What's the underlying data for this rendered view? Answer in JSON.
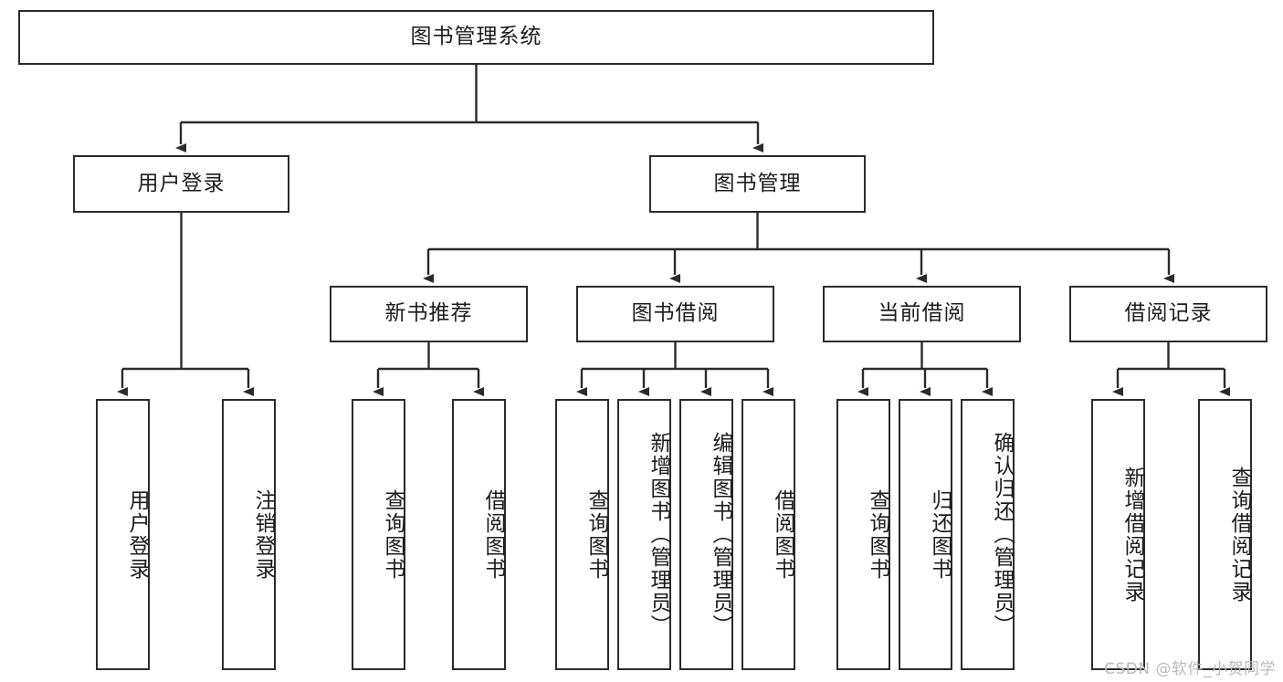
{
  "diagram": {
    "title": "图书管理系统",
    "type": "tree-hierarchy-diagram",
    "colors": {
      "box_border": "#2b2b2b",
      "box_fill": "#ffffff",
      "line": "#2b2b2b",
      "text": "#1c1c1c",
      "watermark": "#b9b9b9"
    },
    "root": {
      "label": "图书管理系统"
    },
    "level1": [
      {
        "label": "用户登录"
      },
      {
        "label": "图书管理"
      }
    ],
    "level2": [
      {
        "label": "新书推荐"
      },
      {
        "label": "图书借阅"
      },
      {
        "label": "当前借阅"
      },
      {
        "label": "借阅记录"
      }
    ],
    "leaves": {
      "user_login": [
        {
          "label": "用户登录"
        },
        {
          "label": "注销登录"
        }
      ],
      "new_book_recommend": [
        {
          "label": "查询图书"
        },
        {
          "label": "借阅图书"
        }
      ],
      "book_borrow": [
        {
          "label": "查询图书"
        },
        {
          "label": "新增图书（管理员）"
        },
        {
          "label": "编辑图书（管理员）"
        },
        {
          "label": "借阅图书"
        }
      ],
      "current_borrow": [
        {
          "label": "查询图书"
        },
        {
          "label": "归还图书"
        },
        {
          "label": "确认归还（管理员）"
        }
      ],
      "borrow_record": [
        {
          "label": "新增借阅记录"
        },
        {
          "label": "查询借阅记录"
        }
      ]
    },
    "watermark": "CSDN @软件_小贺同学"
  }
}
